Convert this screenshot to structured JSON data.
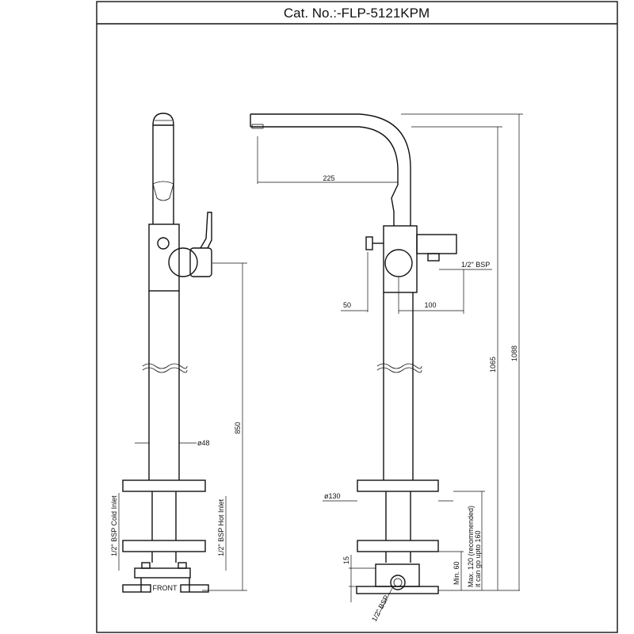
{
  "title": "Cat. No.:-FLP-5121KPM",
  "front_view": {
    "dims": {
      "height_850": "850",
      "pipe_dia": "ø48",
      "cold_inlet": "1/2\" BSP Cold Inlet",
      "hot_inlet": "1/2\" BSP Hot Inlet",
      "front": "FRONT"
    }
  },
  "side_view": {
    "dims": {
      "spout_reach": "225",
      "diverter_50": "50",
      "outlet_100": "100",
      "outlet_bsp": "1/2\" BSP",
      "base_dia": "ø130",
      "gap_15": "15",
      "min_60": "Min. 60",
      "max_120_line1": "Max. 120 (recommended)",
      "max_120_line2": "it can go upto 160",
      "height_1065": "1065",
      "height_1088": "1088",
      "inlet_bsp": "1/2\" BSP"
    }
  }
}
